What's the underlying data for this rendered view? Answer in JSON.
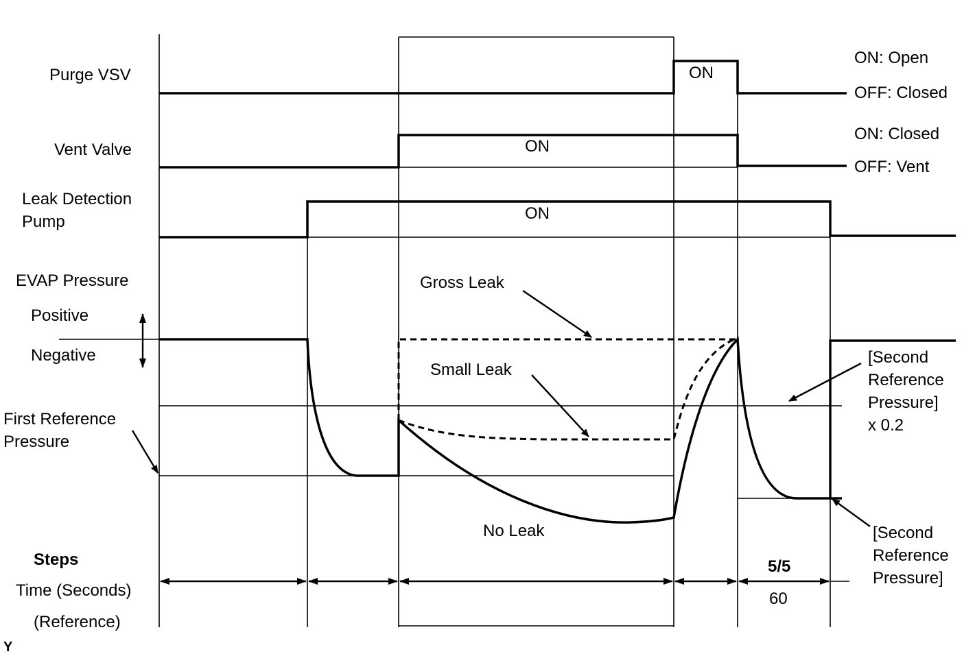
{
  "signals": {
    "purge_vsv": "Purge VSV",
    "vent_valve": "Vent Valve",
    "pump_line1": "Leak Detection",
    "pump_line2": "Pump",
    "evap_pressure": "EVAP Pressure",
    "positive": "Positive",
    "negative": "Negative",
    "first_ref_line1": "First Reference",
    "first_ref_line2": "Pressure"
  },
  "states": {
    "purge_on": "ON: Open",
    "purge_off": "OFF: Closed",
    "vent_on": "ON: Closed",
    "vent_off": "OFF: Vent",
    "on_label": "ON"
  },
  "curves": {
    "gross_leak": "Gross Leak",
    "small_leak": "Small Leak",
    "no_leak": "No Leak"
  },
  "annotations": {
    "second_ref_x02": [
      "[Second",
      "Reference",
      "Pressure]",
      "x 0.2"
    ],
    "second_ref": [
      "[Second",
      "Reference",
      "Pressure]"
    ]
  },
  "bottom": {
    "steps": "Steps",
    "time": "Time (Seconds)",
    "reference": "(Reference)",
    "step_value": "5/5",
    "time_value": "60"
  },
  "footer_code": "Y"
}
